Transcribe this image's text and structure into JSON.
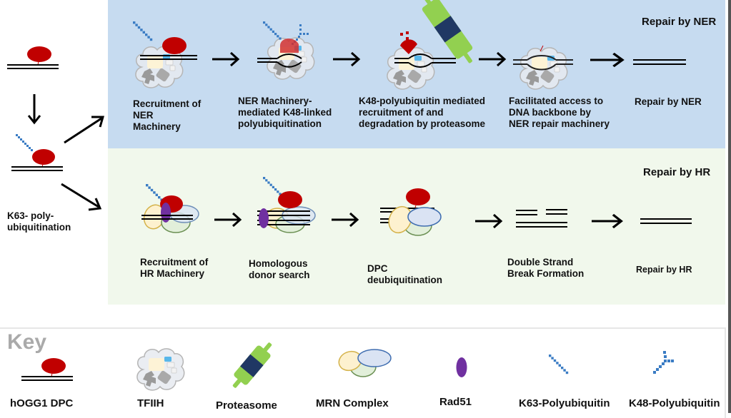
{
  "colors": {
    "ner_panel_bg": "#c6dbf0",
    "hr_panel_bg": "#f1f8ec",
    "dpc_red": "#c00000",
    "ubiquitin_blue": "#3a7cc4",
    "proteasome_green": "#92d050",
    "proteasome_navy": "#203864",
    "rad51_purple": "#7030a0",
    "mrn_yellow": "#fdf1cf",
    "mrn_blue": "#dae3f3",
    "mrn_green": "#e2efda",
    "key_title_gray": "#aaaaaa"
  },
  "left_column": {
    "k63_label_line1": "K63-  poly-",
    "k63_label_line2": "ubiquitination"
  },
  "ner_pathway": {
    "title": "Repair by NER",
    "steps": [
      {
        "lines": [
          "Recruitment of",
          "NER",
          "Machinery"
        ]
      },
      {
        "lines": [
          "NER Machinery-",
          "mediated K48-linked",
          "polyubiquitination"
        ]
      },
      {
        "lines": [
          "K48-polyubiquitin mediated",
          "recruitment of and",
          "degradation by proteasome"
        ]
      },
      {
        "lines": [
          "Facilitated access to",
          "DNA backbone by",
          "NER repair machinery"
        ]
      },
      {
        "lines": [
          "Repair by NER"
        ]
      }
    ]
  },
  "hr_pathway": {
    "title": "Repair by HR",
    "steps": [
      {
        "lines": [
          "Recruitment of",
          "HR Machinery"
        ]
      },
      {
        "lines": [
          "Homologous",
          "donor search"
        ]
      },
      {
        "lines": [
          "DPC",
          "deubiquitination"
        ]
      },
      {
        "lines": [
          "Double Strand",
          "Break Formation"
        ]
      },
      {
        "lines": [
          "Repair by HR"
        ]
      }
    ]
  },
  "key": {
    "title": "Key",
    "items": [
      {
        "icon": "hogg1-dpc-icon",
        "label": "hOGG1 DPC"
      },
      {
        "icon": "tfiih-icon",
        "label": "TFIIH"
      },
      {
        "icon": "proteasome-icon",
        "label": "Proteasome"
      },
      {
        "icon": "mrn-complex-icon",
        "label": "MRN Complex"
      },
      {
        "icon": "rad51-icon",
        "label": "Rad51"
      },
      {
        "icon": "k63-polyubiquitin-icon",
        "label": "K63-Polyubiquitin"
      },
      {
        "icon": "k48-polyubiquitin-icon",
        "label": "K48-Polyubiquitin"
      }
    ]
  }
}
